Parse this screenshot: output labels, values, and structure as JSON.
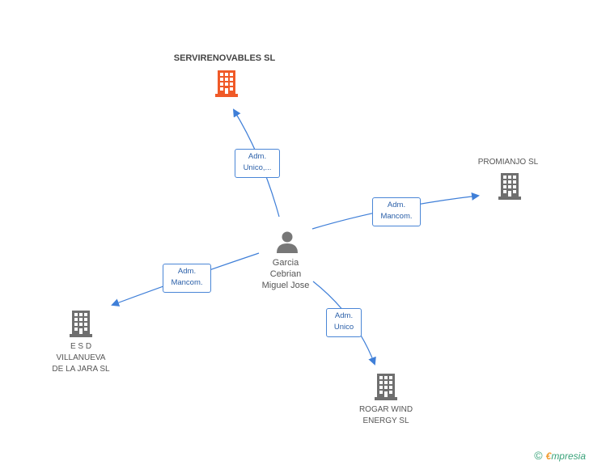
{
  "center": {
    "name": "Garcia\nCebrian\nMiguel Jose",
    "icon": "person-icon"
  },
  "nodes": [
    {
      "id": "servirenovables",
      "label": "SERVIRENOVABLES SL",
      "icon": "building-icon",
      "color": "#f05a28",
      "focus": true
    },
    {
      "id": "promianjo",
      "label": "PROMIANJO SL",
      "icon": "building-icon",
      "color": "#6f6f6f",
      "focus": false
    },
    {
      "id": "esd",
      "label": "E S D\nVILLANUEVA\nDE LA JARA  SL",
      "icon": "building-icon",
      "color": "#6f6f6f",
      "focus": false
    },
    {
      "id": "rogar",
      "label": "ROGAR WIND\nENERGY SL",
      "icon": "building-icon",
      "color": "#6f6f6f",
      "focus": false
    }
  ],
  "edges": [
    {
      "to": "servirenovables",
      "label": "Adm.\nUnico,..."
    },
    {
      "to": "promianjo",
      "label": "Adm.\nMancom."
    },
    {
      "to": "esd",
      "label": "Adm.\nMancom."
    },
    {
      "to": "rogar",
      "label": "Adm.\nUnico"
    }
  ],
  "colors": {
    "edge": "#3f7fd8",
    "edge_label_border": "#4a86d6"
  },
  "footer": {
    "copyright_symbol": "©",
    "brand_initial": "€",
    "brand_rest": "mpresia"
  }
}
